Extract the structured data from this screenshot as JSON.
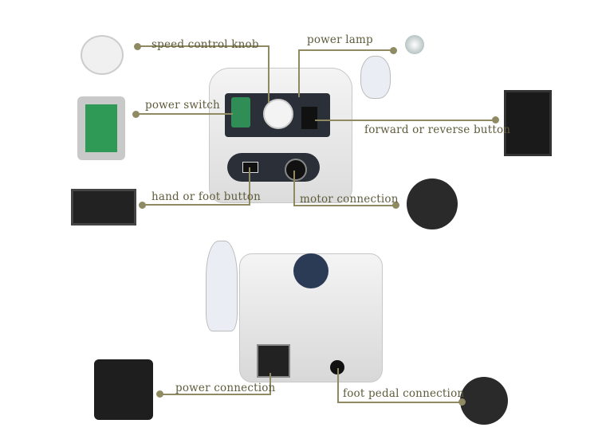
{
  "labels": {
    "speed_control_knob": "speed control knob",
    "power_lamp": "power lamp",
    "power_switch": "power switch",
    "forward_reverse": "forward or reverse button",
    "hand_foot_button": "hand or foot button",
    "motor_connection": "motor connection",
    "power_connection": "power connection",
    "foot_pedal_connection": "foot pedal connection"
  },
  "colors": {
    "callout_line": "#8f8a62",
    "label_text": "#5e5c3c"
  }
}
